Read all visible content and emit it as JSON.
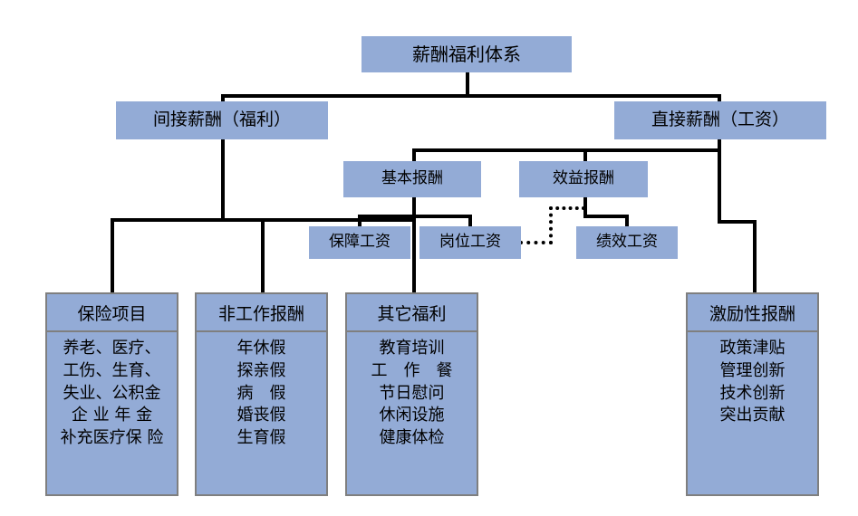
{
  "diagram": {
    "title": "薪酬福利体系",
    "root": {
      "label": "薪酬福利体系"
    },
    "level2": {
      "indirect": {
        "label": "间接薪酬（福利）"
      },
      "direct": {
        "label": "直接薪酬（工资）"
      }
    },
    "level3": {
      "basic": {
        "label": "基本报酬"
      },
      "performance": {
        "label": "效益报酬"
      }
    },
    "level4": {
      "guarantee": {
        "label": "保障工资"
      },
      "post": {
        "label": "岗位工资"
      },
      "merit": {
        "label": "绩效工资"
      }
    },
    "cards": [
      {
        "title": "保险项目",
        "items": [
          "养老、医疗、",
          "工伤、生育、",
          "失业、公积金",
          "企 业 年 金",
          "补充医疗保 险"
        ]
      },
      {
        "title": "非工作报酬",
        "items": [
          "年休假",
          "探亲假",
          "病　假",
          "婚丧假",
          "生育假"
        ]
      },
      {
        "title": "其它福利",
        "items": [
          "教育培训",
          "工　作　餐",
          "节日慰问",
          "休闲设施",
          "健康体检"
        ]
      },
      {
        "title": "激励性报酬",
        "items": [
          "政策津贴",
          "管理创新",
          "技术创新",
          "突出贡献"
        ]
      }
    ],
    "colors": {
      "box_fill": "#93abd6",
      "card_border": "#7f7f7f",
      "connector": "#000000",
      "background": "#ffffff"
    }
  }
}
